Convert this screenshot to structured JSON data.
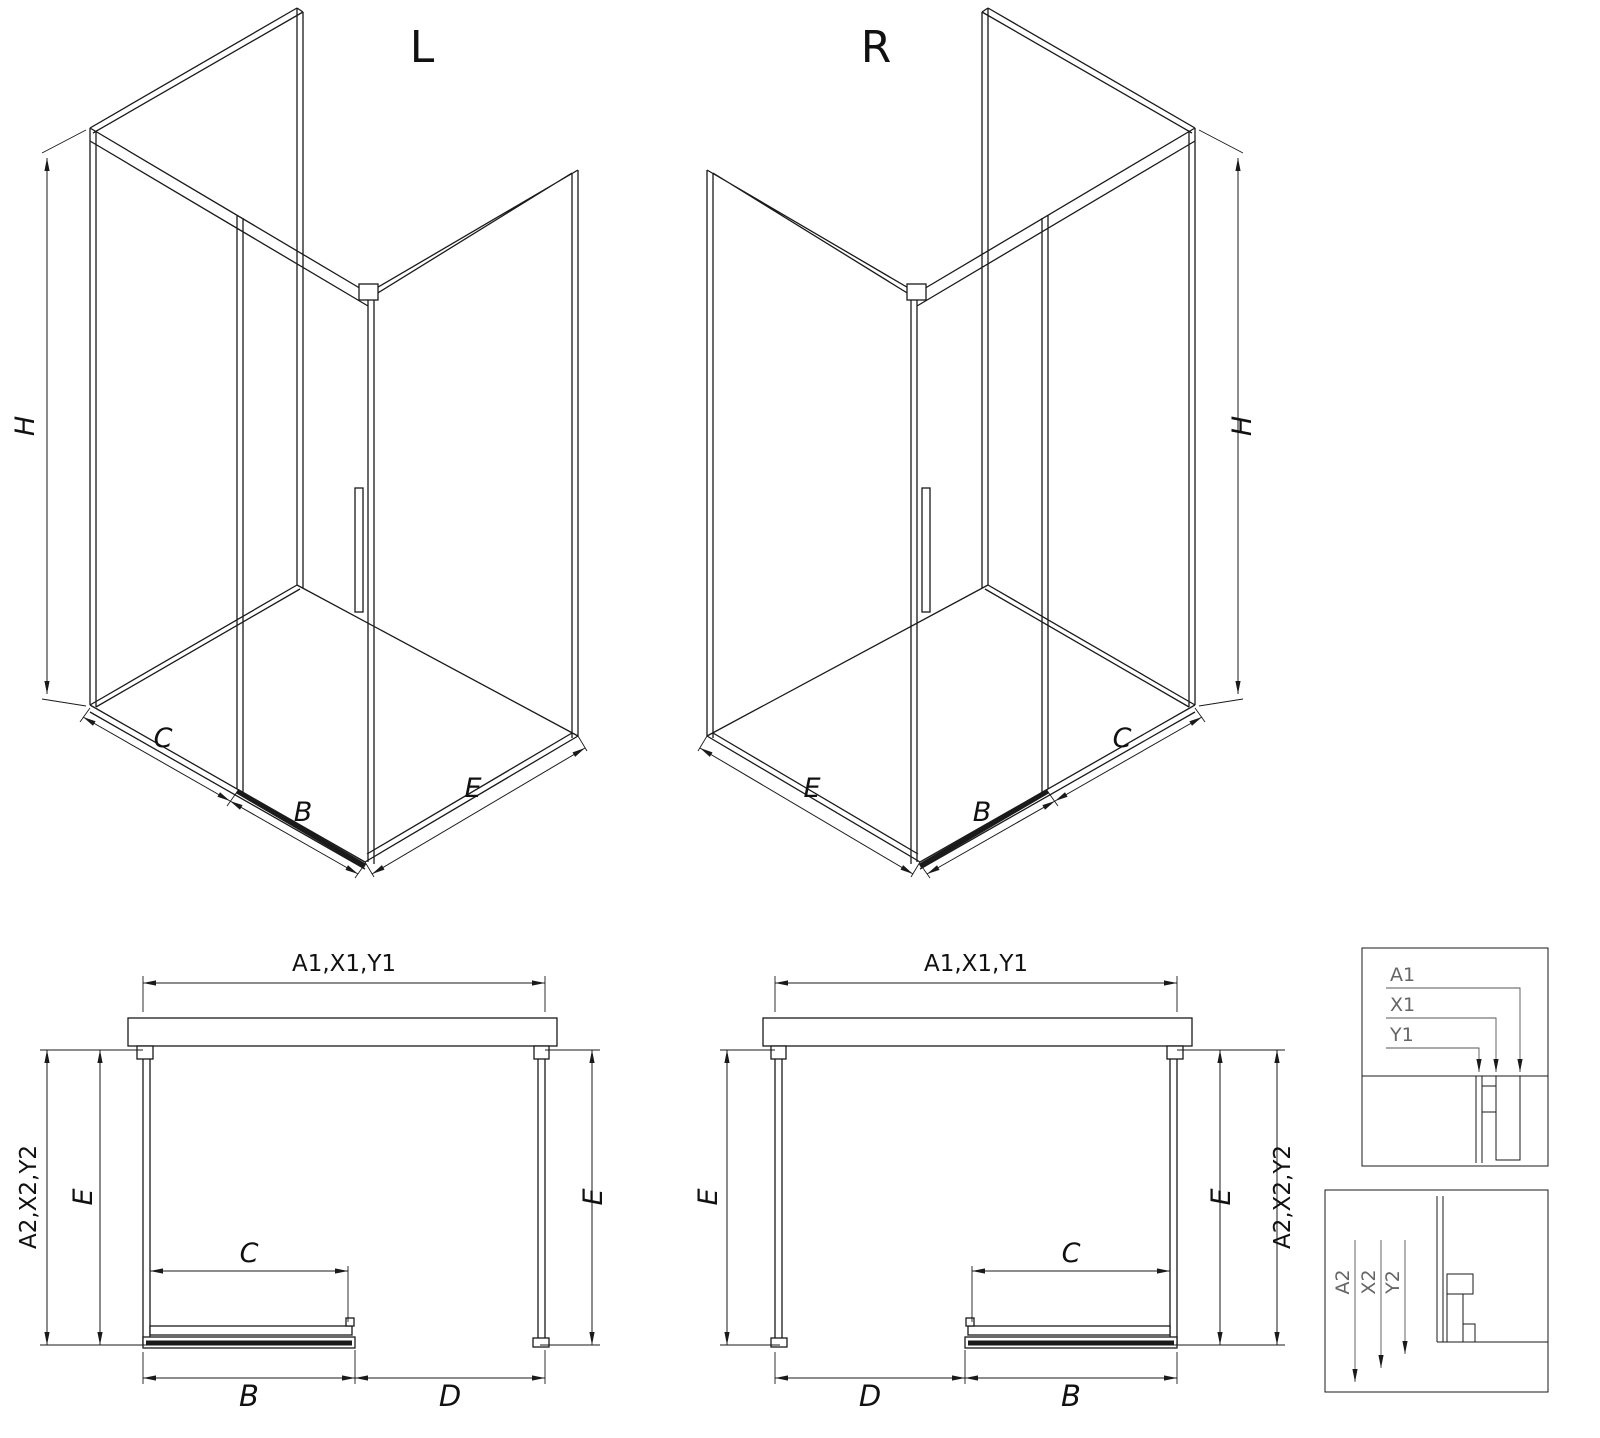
{
  "diagram": {
    "iso_left": {
      "title": "L",
      "dim_h": "H",
      "dim_c": "C",
      "dim_b": "B",
      "dim_e": "E"
    },
    "iso_right": {
      "title": "R",
      "dim_h": "H",
      "dim_c": "C",
      "dim_b": "B",
      "dim_e": "E"
    },
    "plan_left": {
      "dim_top": "A1,X1,Y1",
      "dim_side": "A2,X2,Y2",
      "dim_e_left": "E",
      "dim_e_right": "E",
      "dim_c": "C",
      "dim_b": "B",
      "dim_d": "D"
    },
    "plan_right": {
      "dim_top": "A1,X1,Y1",
      "dim_side": "A2,X2,Y2",
      "dim_e_left": "E",
      "dim_e_right": "E",
      "dim_c": "C",
      "dim_b": "B",
      "dim_d": "D"
    },
    "detail_top": {
      "dim_a1": "A1",
      "dim_x1": "X1",
      "dim_y1": "Y1"
    },
    "detail_bottom": {
      "dim_a2": "A2",
      "dim_x2": "X2",
      "dim_y2": "Y2"
    }
  }
}
